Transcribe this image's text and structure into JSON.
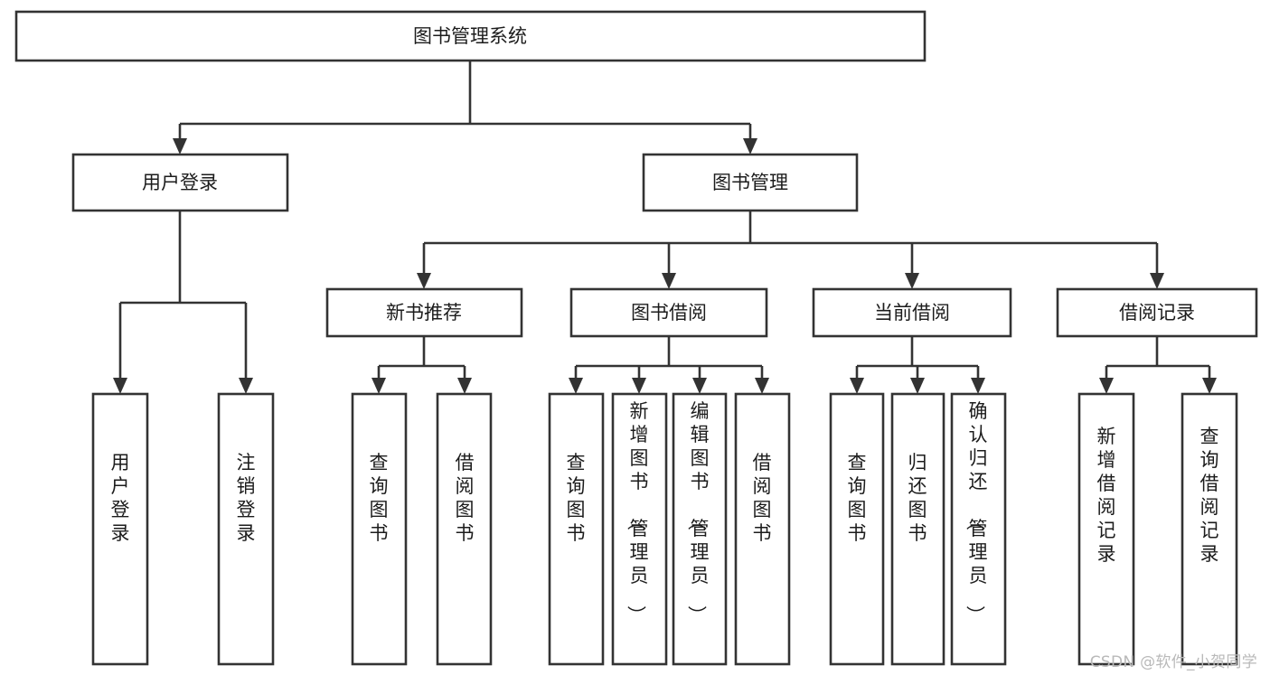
{
  "diagram": {
    "title": "图书管理系统",
    "type": "tree-hierarchy",
    "watermark": "CSDN @软件_小贺同学",
    "colors": {
      "stroke": "#333333",
      "box_fill": "#ffffff",
      "text": "#1c1c1c",
      "background": "#ffffff",
      "watermark": "#b9b9b9"
    },
    "nodes": {
      "root": {
        "label": "图书管理系统",
        "level": 1,
        "orientation": "horizontal"
      },
      "l2_user_login": {
        "label": "用户登录",
        "level": 2,
        "orientation": "horizontal"
      },
      "l2_book_manage": {
        "label": "图书管理",
        "level": 2,
        "orientation": "horizontal"
      },
      "l3_new_book_rec": {
        "label": "新书推荐",
        "level": 3,
        "orientation": "horizontal"
      },
      "l3_book_borrow": {
        "label": "图书借阅",
        "level": 3,
        "orientation": "horizontal"
      },
      "l3_current_borrow": {
        "label": "当前借阅",
        "level": 3,
        "orientation": "horizontal"
      },
      "l3_borrow_record": {
        "label": "借阅记录",
        "level": 3,
        "orientation": "horizontal"
      },
      "leaf_user_login": {
        "label": "用户登录",
        "level": 4,
        "orientation": "vertical"
      },
      "leaf_logout": {
        "label": "注销登录",
        "level": 4,
        "orientation": "vertical"
      },
      "leaf_query_book_1": {
        "label": "查询图书",
        "level": 4,
        "orientation": "vertical"
      },
      "leaf_borrow_book_1": {
        "label": "借阅图书",
        "level": 4,
        "orientation": "vertical"
      },
      "leaf_query_book_2": {
        "label": "查询图书",
        "level": 4,
        "orientation": "vertical"
      },
      "leaf_add_book": {
        "label": "新增图书（管理员）",
        "level": 4,
        "orientation": "vertical"
      },
      "leaf_edit_book": {
        "label": "编辑图书（管理员）",
        "level": 4,
        "orientation": "vertical"
      },
      "leaf_borrow_book_2": {
        "label": "借阅图书",
        "level": 4,
        "orientation": "vertical"
      },
      "leaf_query_book_3": {
        "label": "查询图书",
        "level": 4,
        "orientation": "vertical"
      },
      "leaf_return_book": {
        "label": "归还图书",
        "level": 4,
        "orientation": "vertical"
      },
      "leaf_confirm_return": {
        "label": "确认归还（管理员）",
        "level": 4,
        "orientation": "vertical"
      },
      "leaf_add_record": {
        "label": "新增借阅记录",
        "level": 4,
        "orientation": "vertical"
      },
      "leaf_query_record": {
        "label": "查询借阅记录",
        "level": 4,
        "orientation": "vertical"
      }
    },
    "edges": [
      {
        "from": "root",
        "to": "l2_user_login"
      },
      {
        "from": "root",
        "to": "l2_book_manage"
      },
      {
        "from": "l2_user_login",
        "to": "leaf_user_login"
      },
      {
        "from": "l2_user_login",
        "to": "leaf_logout"
      },
      {
        "from": "l2_book_manage",
        "to": "l3_new_book_rec"
      },
      {
        "from": "l2_book_manage",
        "to": "l3_book_borrow"
      },
      {
        "from": "l2_book_manage",
        "to": "l3_current_borrow"
      },
      {
        "from": "l2_book_manage",
        "to": "l3_borrow_record"
      },
      {
        "from": "l3_new_book_rec",
        "to": "leaf_query_book_1"
      },
      {
        "from": "l3_new_book_rec",
        "to": "leaf_borrow_book_1"
      },
      {
        "from": "l3_book_borrow",
        "to": "leaf_query_book_2"
      },
      {
        "from": "l3_book_borrow",
        "to": "leaf_add_book"
      },
      {
        "from": "l3_book_borrow",
        "to": "leaf_edit_book"
      },
      {
        "from": "l3_book_borrow",
        "to": "leaf_borrow_book_2"
      },
      {
        "from": "l3_current_borrow",
        "to": "leaf_query_book_3"
      },
      {
        "from": "l3_current_borrow",
        "to": "leaf_return_book"
      },
      {
        "from": "l3_current_borrow",
        "to": "leaf_confirm_return"
      },
      {
        "from": "l3_borrow_record",
        "to": "leaf_add_record"
      },
      {
        "from": "l3_borrow_record",
        "to": "leaf_query_record"
      }
    ]
  }
}
